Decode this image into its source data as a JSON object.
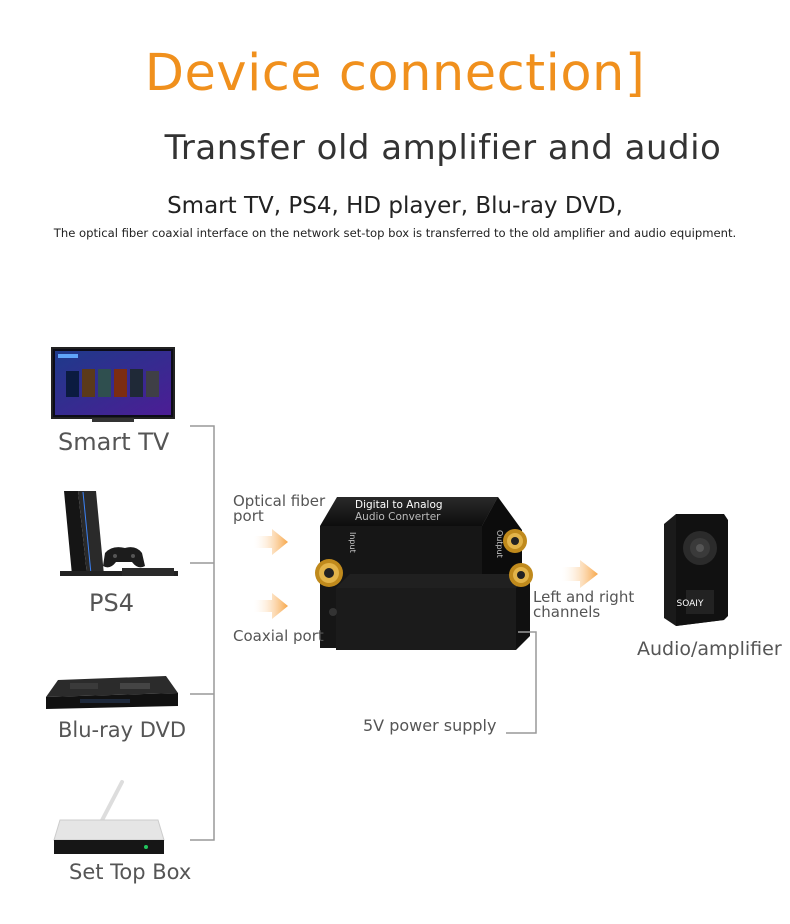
{
  "header": {
    "title": "Device connection]",
    "subtitle": "Transfer old amplifier and audio",
    "devices_line": "Smart TV, PS4, HD player, Blu-ray DVD,",
    "description": "The optical fiber coaxial interface on the network set-top box is transferred to the old amplifier and audio equipment."
  },
  "sources": [
    {
      "label": "Smart TV"
    },
    {
      "label": "PS4"
    },
    {
      "label": "Blu-ray DVD"
    },
    {
      "label": "Set Top Box"
    }
  ],
  "ports": {
    "optical": "Optical fiber\nport",
    "coaxial": "Coaxial port",
    "output": "Left and right\nchannels",
    "power": "5V power supply"
  },
  "converter": {
    "line1": "Digital to Analog",
    "line2": "Audio Converter",
    "input_label": "Input",
    "output_label": "Output"
  },
  "destination": {
    "label": "Audio/amplifier",
    "brand": "SOAIY"
  },
  "colors": {
    "accent": "#f0901d",
    "arrow": "#f7a648",
    "line": "#999999"
  }
}
